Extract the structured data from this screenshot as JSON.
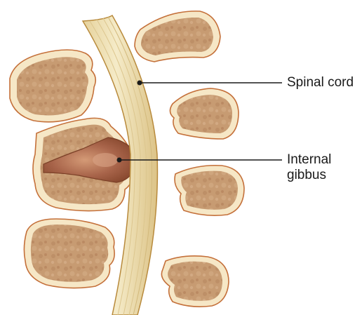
{
  "labels": {
    "spinal_cord": "Spinal cord",
    "internal_gibbus_line1": "Internal",
    "internal_gibbus_line2": "gibbus"
  },
  "colors": {
    "bone_outline": "#c4703a",
    "bone_rim": "#f6e7c6",
    "bone_body": "#c79b72",
    "cord_fill": "#efe1b3",
    "cord_outline": "#b88a3c",
    "cord_striation": "#dcc68e",
    "gibbus": "#9b5a3b",
    "gibbus_highlight": "#c98a66",
    "leader_line": "#1a1a1a"
  }
}
